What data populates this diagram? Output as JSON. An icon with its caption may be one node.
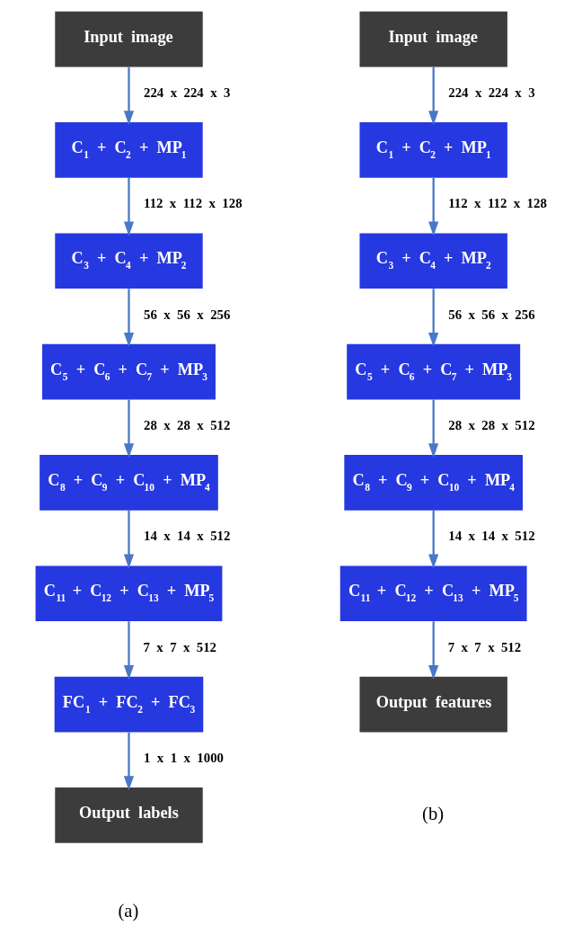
{
  "diagram": {
    "nodes": [
      {
        "text": [
          "Input image"
        ]
      },
      {
        "text": [
          "C$_{1}$ + C$_{2}$ + MP$_{1}$"
        ]
      },
      {
        "text": [
          "C$_{3}$ + C$_{4}$ + MP$_{2}$"
        ]
      },
      {
        "text": [
          "C$_{5}$ + C$_{6}$ + C$_{7}$ + MP$_{3}$"
        ]
      },
      {
        "text": [
          "C$_{8}$ + C$_{9}$ + C$_{10}$ + MP$_{4}$"
        ]
      },
      {
        "text": [
          "C$_{11}$ + C$_{12}$ + C$_{13}$ + MP$_{5}$"
        ]
      },
      {
        "text": [
          "FC$_{1}$ + FC$_{2}$ + FC$_{3}$"
        ]
      },
      {
        "text": [
          "Output labels"
        ]
      },
      {
        "text": [
          "Input image"
        ]
      },
      {
        "text": [
          "C$_{1}$ + C$_{2}$ + MP$_{1}$"
        ]
      },
      {
        "text": [
          "C$_{3}$ + C$_{4}$ + MP$_{2}$"
        ]
      },
      {
        "text": [
          "C$_{5}$ + C$_{6}$ + C$_{7}$ + MP$_{3}$"
        ]
      },
      {
        "text": [
          "C$_{8}$ + C$_{9}$ + C$_{10}$ + MP$_{4}$"
        ]
      },
      {
        "text": [
          "C$_{11}$ + C$_{12}$ + C$_{13}$ + MP$_{5}$"
        ]
      },
      {
        "text": [
          "Output features"
        ]
      }
    ],
    "edges": [
      {
        "from": 0,
        "to": 1,
        "arrow": "to",
        "label": "224 x 224 x 3"
      },
      {
        "from": 1,
        "to": 2,
        "arrow": "to",
        "label": "112 x 112 x 128"
      },
      {
        "from": 2,
        "to": 3,
        "arrow": "to",
        "label": "56 x 56 x 256"
      },
      {
        "from": 3,
        "to": 4,
        "arrow": "to",
        "label": "28 x 28 x 512"
      },
      {
        "from": 4,
        "to": 5,
        "arrow": "to",
        "label": "14 x 14 x 512"
      },
      {
        "from": 5,
        "to": 6,
        "arrow": "to",
        "label": "7 x 7 x 512"
      },
      {
        "from": 6,
        "to": 7,
        "arrow": "to",
        "label": "1 x 1 x 1000"
      },
      {
        "from": 8,
        "to": 9,
        "arrow": "to",
        "label": "224 x 224 x 3"
      },
      {
        "from": 9,
        "to": 10,
        "arrow": "to",
        "label": "112 x 112 x 128"
      },
      {
        "from": 10,
        "to": 11,
        "arrow": "to",
        "label": "56 x 56 x 256"
      },
      {
        "from": 11,
        "to": 12,
        "arrow": "to",
        "label": "28 x 28 x 512"
      },
      {
        "from": 12,
        "to": 13,
        "arrow": "to",
        "label": "14 x 14 x 512"
      },
      {
        "from": 13,
        "to": 14,
        "arrow": "to",
        "label": "7 x 7 x 512"
      }
    ],
    "labels": [
      "(a)",
      "(b)"
    ]
  }
}
